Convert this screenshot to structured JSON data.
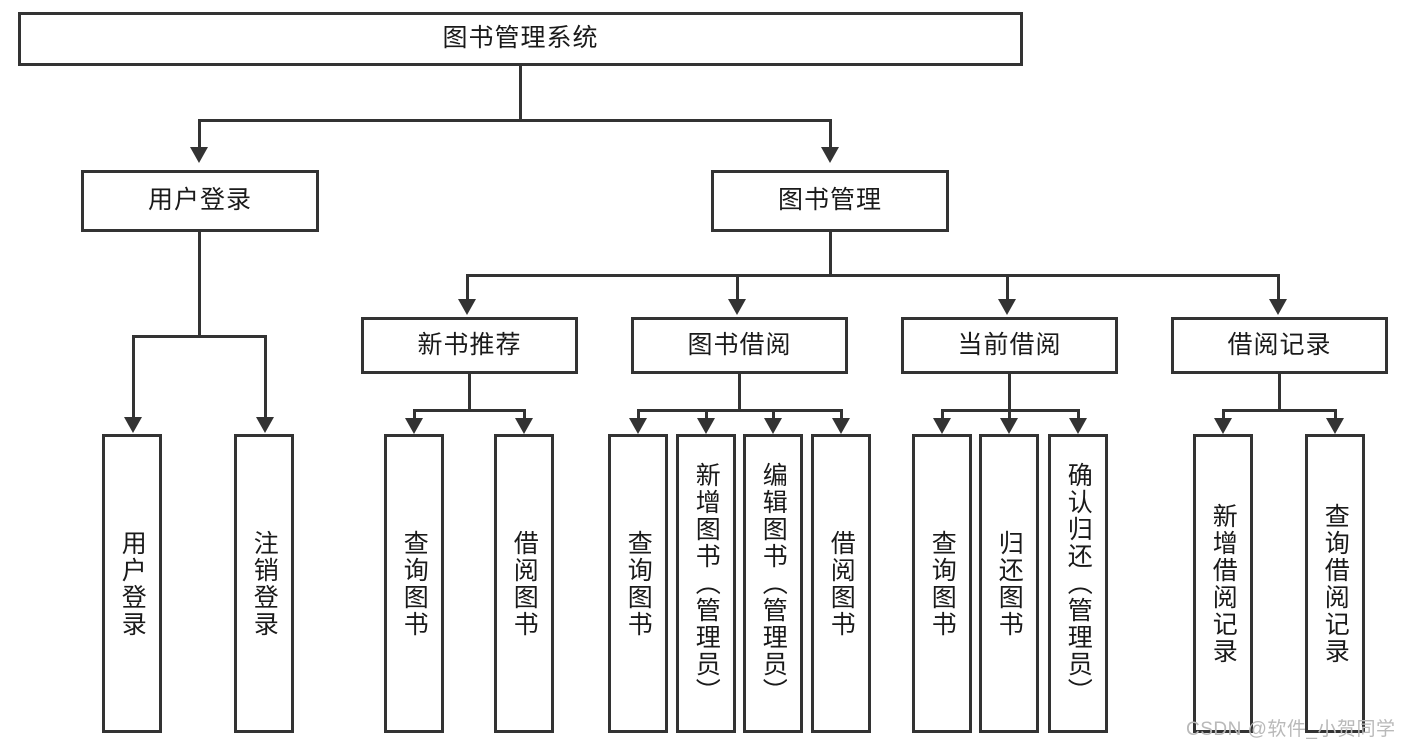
{
  "diagram": {
    "type": "tree-hierarchy-chart",
    "title": "图书管理系统",
    "root": {
      "id": "root",
      "label": "图书管理系统"
    },
    "level2": [
      {
        "id": "user-login",
        "label": "用户登录"
      },
      {
        "id": "book-manage",
        "label": "图书管理"
      }
    ],
    "level3": [
      {
        "id": "new-book-recommend",
        "label": "新书推荐",
        "parent": "book-manage"
      },
      {
        "id": "book-borrow",
        "label": "图书借阅",
        "parent": "book-manage"
      },
      {
        "id": "current-borrow",
        "label": "当前借阅",
        "parent": "book-manage"
      },
      {
        "id": "borrow-record",
        "label": "借阅记录",
        "parent": "book-manage"
      }
    ],
    "leaves": [
      {
        "id": "leaf-user-login",
        "label": "用户登录",
        "parent": "user-login"
      },
      {
        "id": "leaf-logout",
        "label": "注销登录",
        "parent": "user-login"
      },
      {
        "id": "leaf-query-book-1",
        "label": "查询图书",
        "parent": "new-book-recommend"
      },
      {
        "id": "leaf-borrow-book-1",
        "label": "借阅图书",
        "parent": "new-book-recommend"
      },
      {
        "id": "leaf-query-book-2",
        "label": "查询图书",
        "parent": "book-borrow"
      },
      {
        "id": "leaf-add-book",
        "label": "新增图书（管理员）",
        "parent": "book-borrow"
      },
      {
        "id": "leaf-edit-book",
        "label": "编辑图书（管理员）",
        "parent": "book-borrow"
      },
      {
        "id": "leaf-borrow-book-2",
        "label": "借阅图书",
        "parent": "book-borrow"
      },
      {
        "id": "leaf-query-book-3",
        "label": "查询图书",
        "parent": "current-borrow"
      },
      {
        "id": "leaf-return-book",
        "label": "归还图书",
        "parent": "current-borrow"
      },
      {
        "id": "leaf-confirm-return",
        "label": "确认归还（管理员）",
        "parent": "current-borrow"
      },
      {
        "id": "leaf-add-record",
        "label": "新增借阅记录",
        "parent": "borrow-record"
      },
      {
        "id": "leaf-query-record",
        "label": "查询借阅记录",
        "parent": "borrow-record"
      }
    ],
    "colors": {
      "stroke": "#333333",
      "background": "#ffffff",
      "text": "#1a1a1a",
      "watermark": "#b9b9b9"
    }
  },
  "watermark": {
    "text": "CSDN @软件_小贺同学"
  }
}
